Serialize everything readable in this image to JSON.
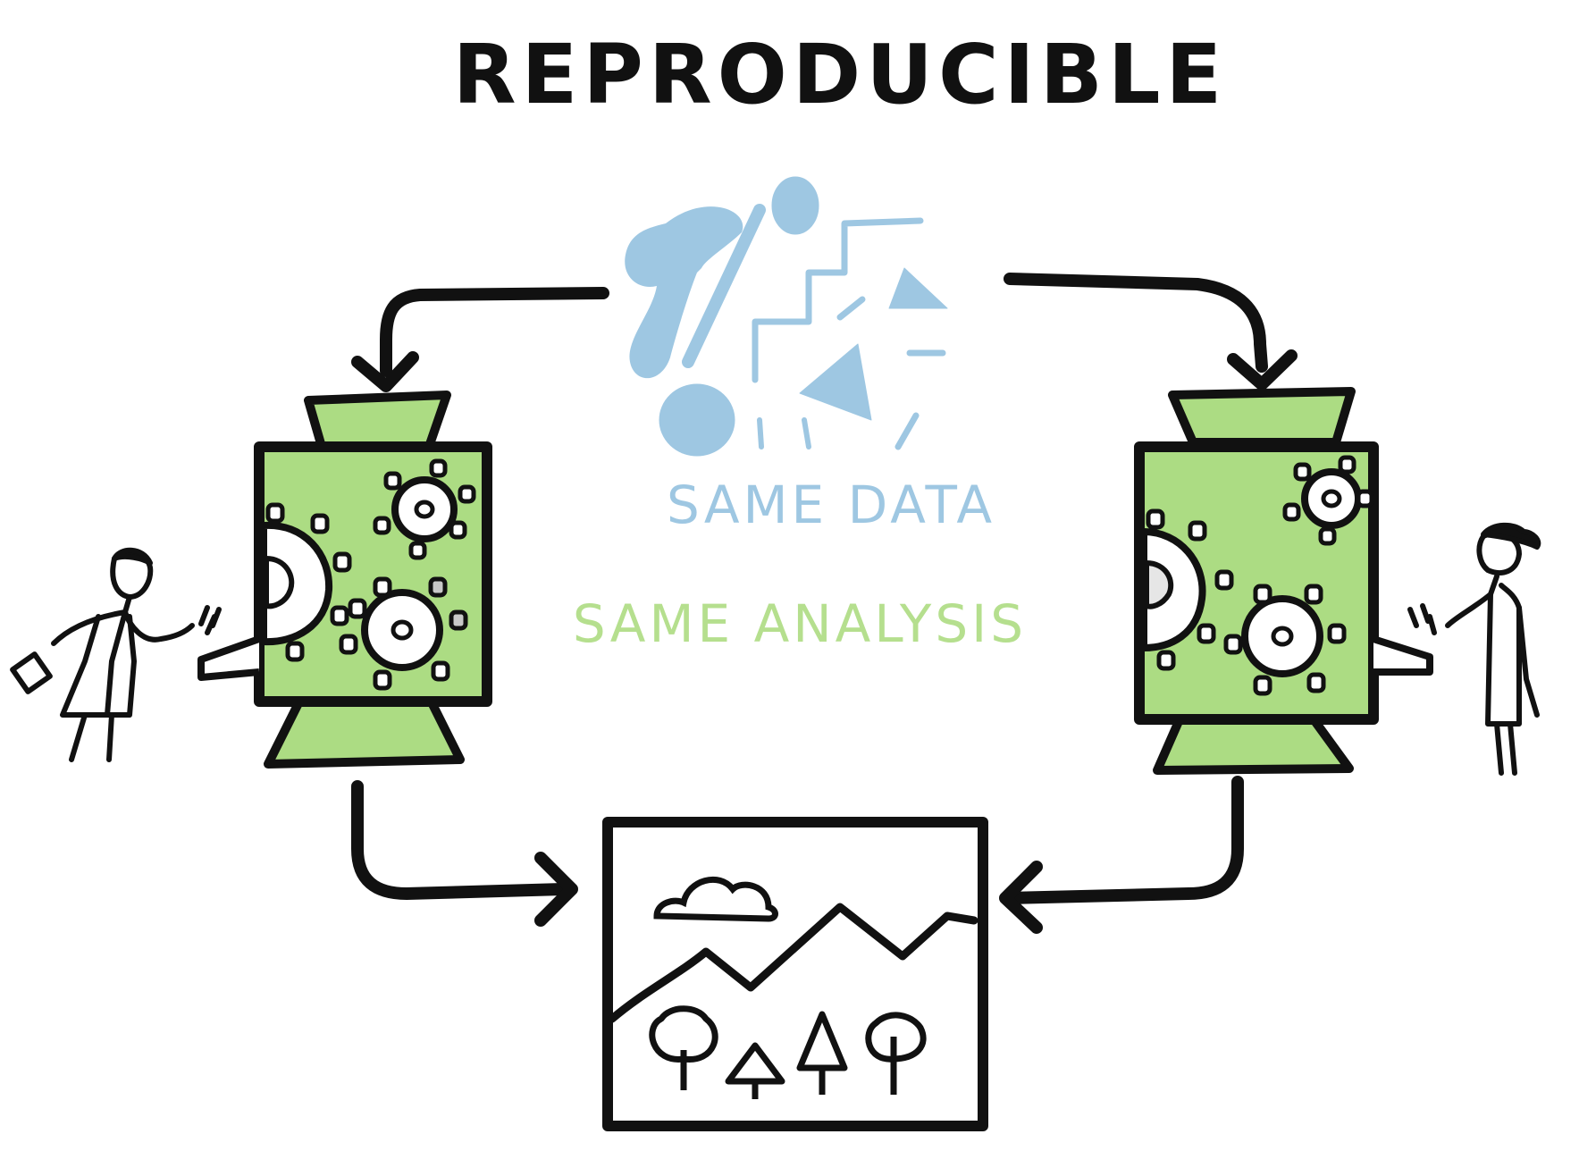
{
  "title": "REPRODUCIBLE",
  "labels": {
    "same_data": "SAME DATA",
    "same_analysis": "SAME ANALYSIS"
  },
  "colors": {
    "ink": "#111111",
    "machine_green": "#acdc83",
    "data_blue": "#9ec7e2",
    "analysis_green": "#b5df8e",
    "virus_grey": "#c8c8c8",
    "paper": "#ffffff"
  },
  "icons": [
    "data-shapes-icon",
    "virus-icon",
    "scientist-icon",
    "landscape-picture-icon",
    "arrow-icon"
  ]
}
